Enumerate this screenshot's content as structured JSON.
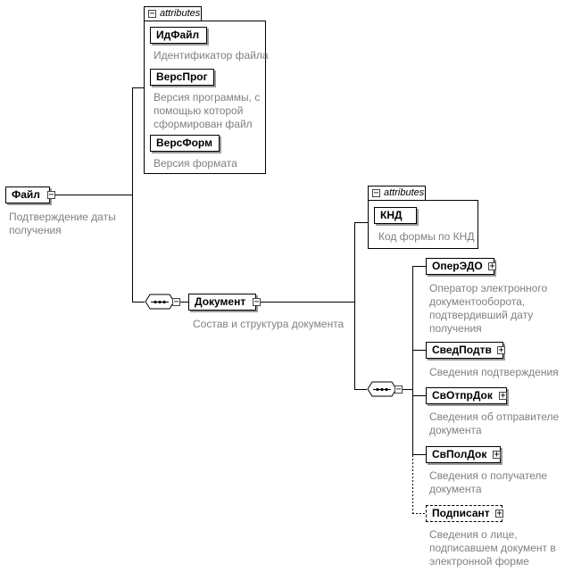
{
  "root": {
    "name": "Файл",
    "desc": "Подтверждение даты получения",
    "desc_lines": [
      "Подтверждение даты",
      "получения"
    ]
  },
  "root_attrs": {
    "title": "attributes",
    "items": [
      {
        "name": "ИдФайл",
        "desc_lines": [
          "Идентификатор файла"
        ]
      },
      {
        "name": "ВерсПрог",
        "desc_lines": [
          "Версия программы, с",
          "помощью которой",
          "сформирован файл"
        ]
      },
      {
        "name": "ВерсФорм",
        "desc_lines": [
          "Версия формата"
        ]
      }
    ]
  },
  "document": {
    "name": "Документ",
    "desc": "Состав и структура документа"
  },
  "doc_attrs": {
    "title": "attributes",
    "items": [
      {
        "name": "КНД",
        "desc_lines": [
          "Код формы по КНД"
        ]
      }
    ]
  },
  "children": [
    {
      "name": "ОперЭДО",
      "desc_lines": [
        "Оператор электронного",
        "документооборота,",
        "подтвердивший дату",
        "получения"
      ],
      "optional": false
    },
    {
      "name": "СведПодтв",
      "desc_lines": [
        "Сведения подтверждения"
      ],
      "optional": false
    },
    {
      "name": "СвОтпрДок",
      "desc_lines": [
        "Сведения об отправителе",
        "документа"
      ],
      "optional": false
    },
    {
      "name": "СвПолДок",
      "desc_lines": [
        "Сведения о получателе",
        "документа"
      ],
      "optional": false
    },
    {
      "name": "Подписант",
      "desc_lines": [
        "Сведения о лице,",
        "подписавшем документ в",
        "электронной форме"
      ],
      "optional": true
    }
  ],
  "icons": {
    "collapse": "−",
    "expand": "+",
    "sequence": "sequence-icon"
  }
}
